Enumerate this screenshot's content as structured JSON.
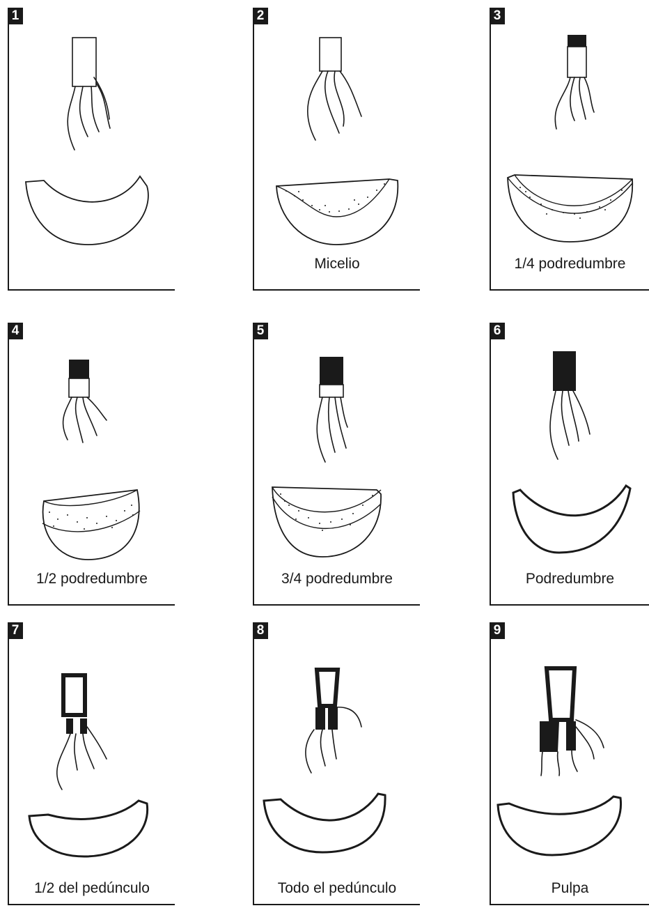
{
  "panels": [
    {
      "number": "1",
      "caption": "",
      "stage": "healthy"
    },
    {
      "number": "2",
      "caption": "Micelio",
      "stage": "mycelium"
    },
    {
      "number": "3",
      "caption": "1/4 podredumbre",
      "stage": "quarter-rot"
    },
    {
      "number": "4",
      "caption": "1/2 podredumbre",
      "stage": "half-rot"
    },
    {
      "number": "5",
      "caption": "3/4 podredumbre",
      "stage": "three-quarter-rot"
    },
    {
      "number": "6",
      "caption": "Podredumbre",
      "stage": "full-rot"
    },
    {
      "number": "7",
      "caption": "1/2 del pedúnculo",
      "stage": "half-peduncle"
    },
    {
      "number": "8",
      "caption": "Todo el pedúnculo",
      "stage": "whole-peduncle"
    },
    {
      "number": "9",
      "caption": "Pulpa",
      "stage": "pulp"
    }
  ],
  "colors": {
    "ink": "#1a1a1a",
    "background": "#ffffff"
  }
}
